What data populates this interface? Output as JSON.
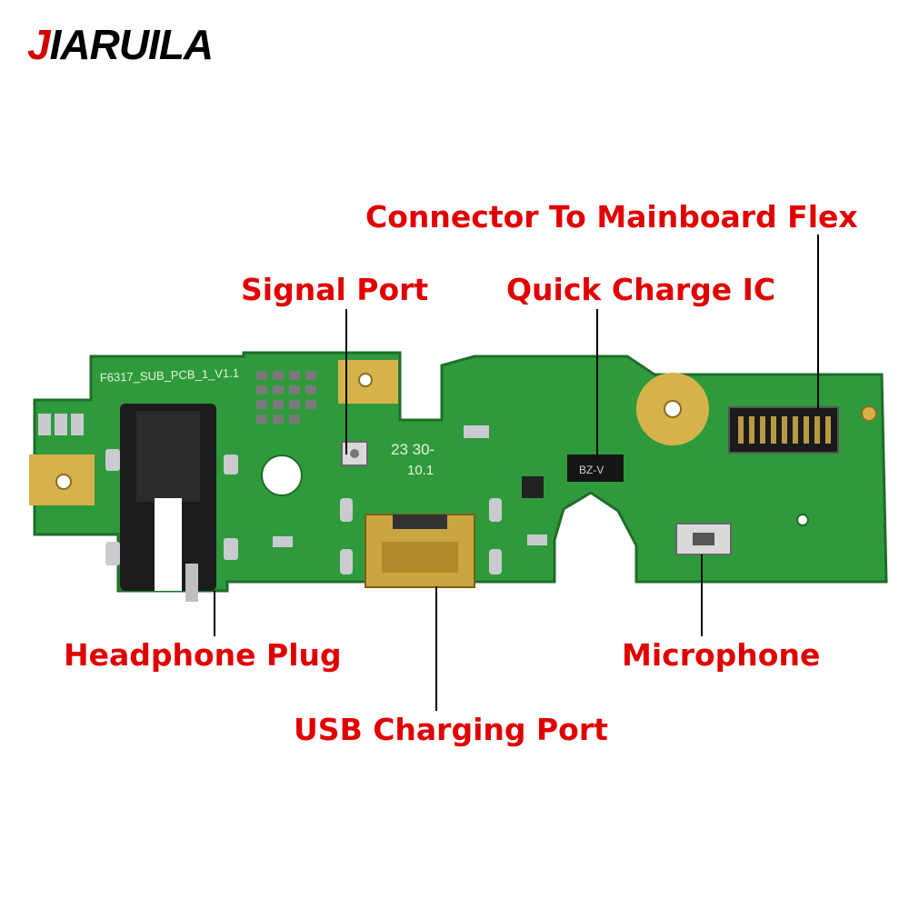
{
  "brand": {
    "first_letter": "J",
    "rest": "IARUILA"
  },
  "labels": {
    "connector": "Connector To Mainboard Flex",
    "signal": "Signal Port",
    "quick_charge": "Quick Charge IC",
    "headphone": "Headphone Plug",
    "microphone": "Microphone",
    "usb": "USB Charging Port"
  },
  "board_text": {
    "silkscreen": "F6317_SUB_PCB_1_V1.1",
    "code_line1": "23 30-",
    "code_line2": "10.1",
    "chip_mark": "BZ-V"
  },
  "colors": {
    "label_red": "#e10000",
    "pcb_green": "#2f9a3c",
    "gold": "#d6b24a"
  }
}
